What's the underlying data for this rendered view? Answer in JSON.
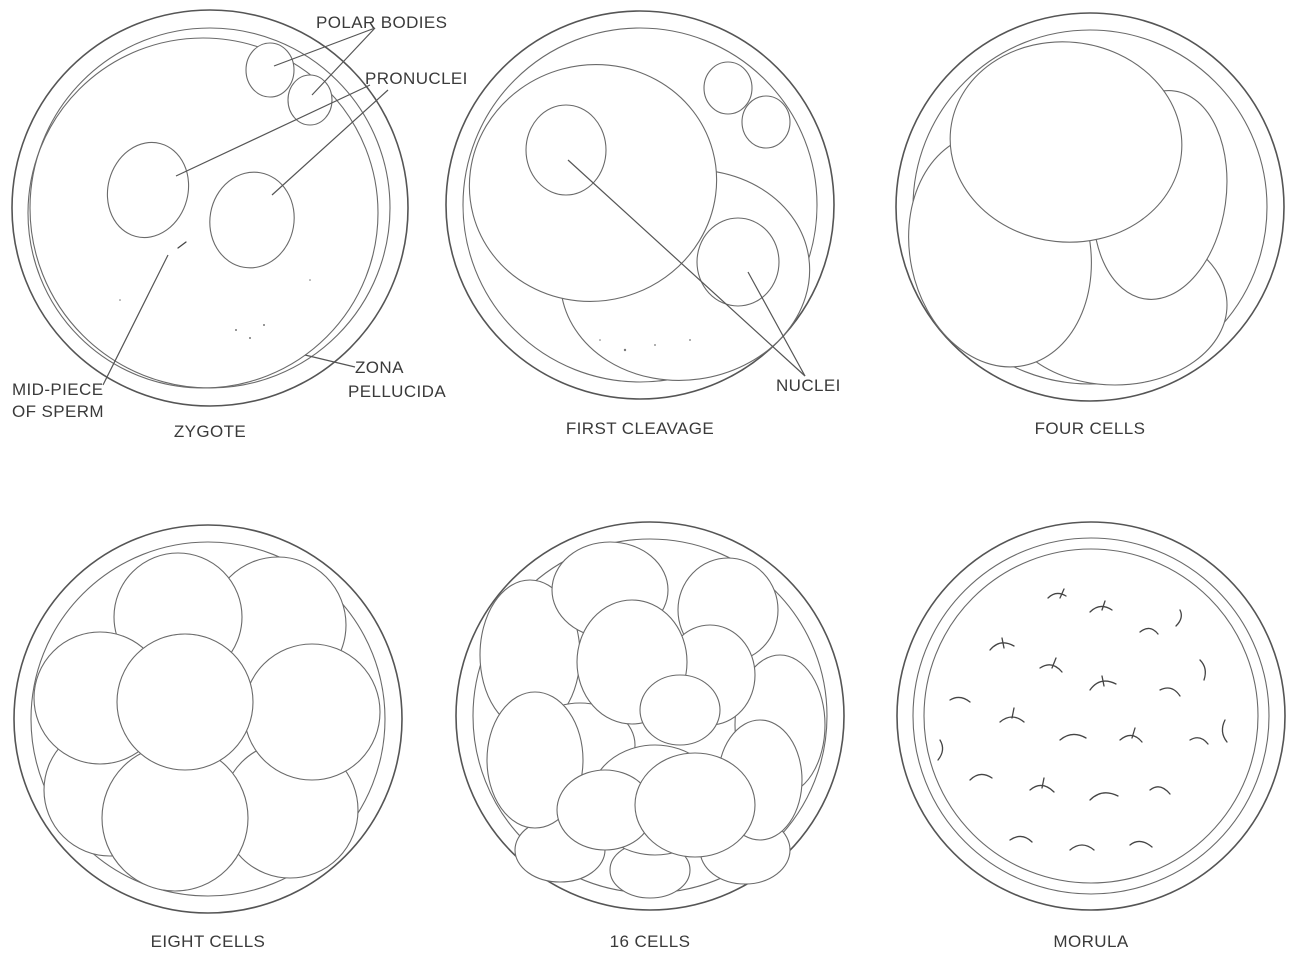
{
  "panels": {
    "zygote": {
      "title": "ZYGOTE",
      "labels": {
        "polar_bodies": "POLAR BODIES",
        "pronuclei": "PRONUCLEI",
        "mid_piece_line1": "MID-PIECE",
        "mid_piece_line2": "OF SPERM",
        "zona_line1": "ZONA",
        "zona_line2": "PELLUCIDA"
      }
    },
    "first_cleavage": {
      "title": "FIRST CLEAVAGE",
      "labels": {
        "nuclei": "NUCLEI"
      }
    },
    "four_cells": {
      "title": "FOUR CELLS"
    },
    "eight_cells": {
      "title": "EIGHT CELLS"
    },
    "sixteen_cells": {
      "title": "16 CELLS"
    },
    "morula": {
      "title": "MORULA"
    }
  },
  "colors": {
    "line": "#555555",
    "text": "#3a3a3a",
    "background": "#ffffff"
  }
}
